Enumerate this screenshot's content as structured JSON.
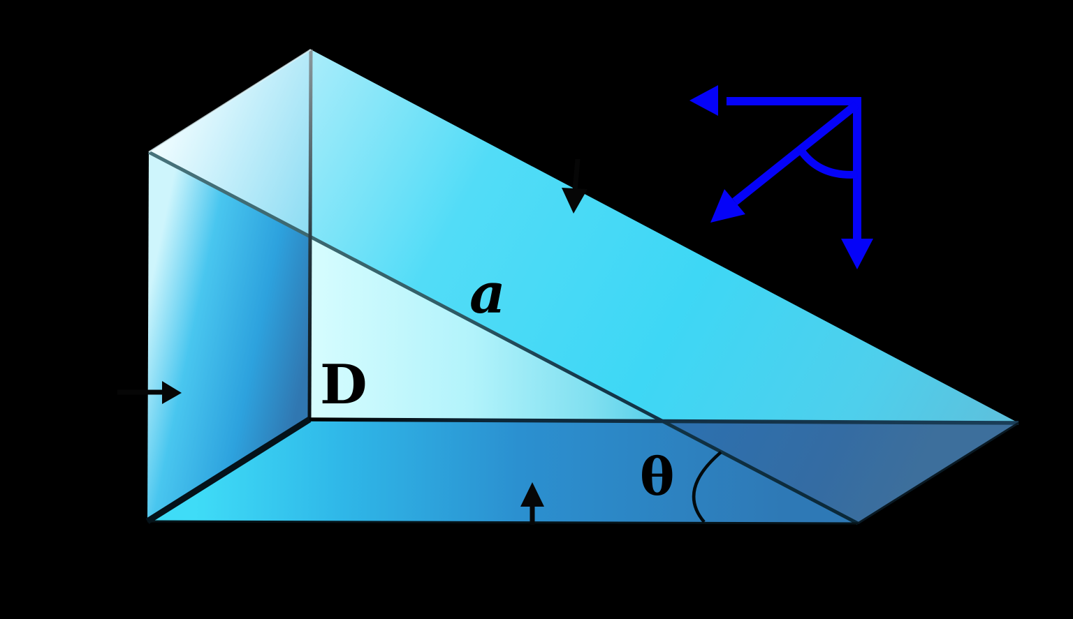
{
  "page": {
    "background_color": "#000000",
    "description": "3D diagram of a transparent glass wedge (inclined prism) with labeled incline face a, depth D, base angle θ, three black ray arrows entering the faces, and a blue vector decomposition (left, down and down-left arrows with angle arc) at upper right"
  },
  "labels": {
    "incline_length": "a",
    "depth": "D",
    "base_angle": "θ"
  },
  "colors": {
    "label_text": "#000000",
    "vector_blue": "#0503f8",
    "black_arrow": "#060606",
    "prism_cyan": "#3ed7f5",
    "prism_pale": "#d5fcfe",
    "prism_left_blue": "#2da2de",
    "prism_bottom_blue": "#2b90d0",
    "prism_steel": "#346ca3",
    "edge_dark": "#0e2a3c"
  },
  "icons": {
    "black_arrow_top": "down-arrow",
    "black_arrow_left": "right-arrow",
    "black_arrow_bottom": "up-arrow",
    "blue_arrow_horizontal": "left-arrow",
    "blue_arrow_vertical": "down-arrow",
    "blue_arrow_diagonal": "down-left-arrow",
    "blue_angle_marker": "angle-arc",
    "theta_angle_marker": "angle-arc"
  }
}
